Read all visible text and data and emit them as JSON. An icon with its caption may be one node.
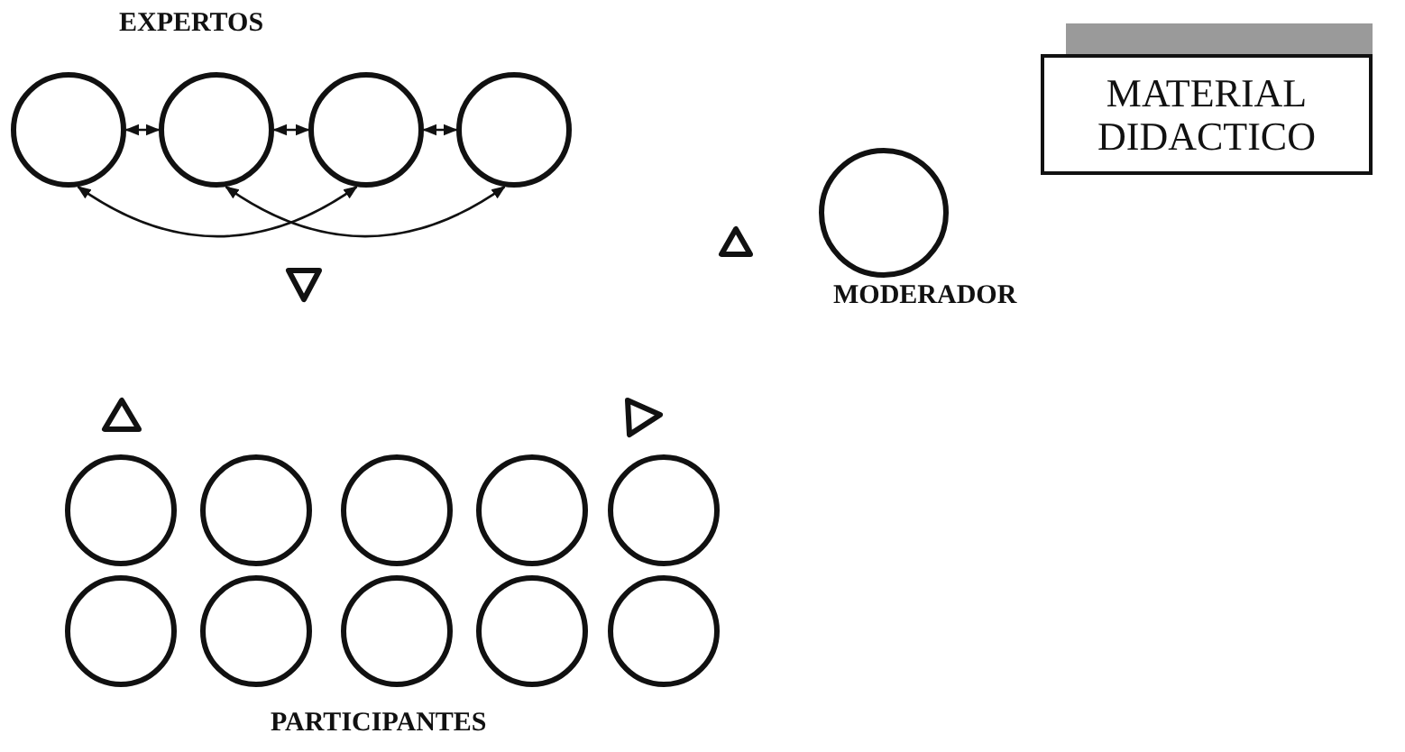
{
  "diagram": {
    "nodes": [
      {
        "text": [],
        "shape": "circle"
      },
      {
        "text": [],
        "shape": "circle"
      },
      {
        "text": [],
        "shape": "circle"
      },
      {
        "text": [],
        "shape": "circle"
      },
      {
        "text": [
          "MATERIAL DIDACTICO"
        ]
      },
      {
        "text": [],
        "shape": "circle",
        "beside": [
          "MODERADOR"
        ]
      },
      {
        "text": [],
        "shape": "circle"
      },
      {
        "text": [],
        "shape": "circle"
      },
      {
        "text": [],
        "shape": "circle"
      },
      {
        "text": [],
        "shape": "circle"
      },
      {
        "text": [],
        "shape": "circle"
      },
      {
        "text": [],
        "shape": "circle"
      },
      {
        "text": [],
        "shape": "circle"
      },
      {
        "text": [],
        "shape": "circle"
      },
      {
        "text": [],
        "shape": "circle"
      },
      {
        "text": [],
        "shape": "circle"
      }
    ],
    "edges": [
      {
        "from": 0,
        "to": 1,
        "arrow": "both"
      },
      {
        "from": 1,
        "to": 2,
        "arrow": "both"
      },
      {
        "from": 2,
        "to": 3,
        "arrow": "both"
      },
      {
        "from": 0,
        "to": 2,
        "arrow": "both"
      },
      {
        "from": 1,
        "to": 3,
        "arrow": "both"
      }
    ],
    "labels": [
      "EXPERTOS",
      "PARTICIPANTES"
    ]
  }
}
